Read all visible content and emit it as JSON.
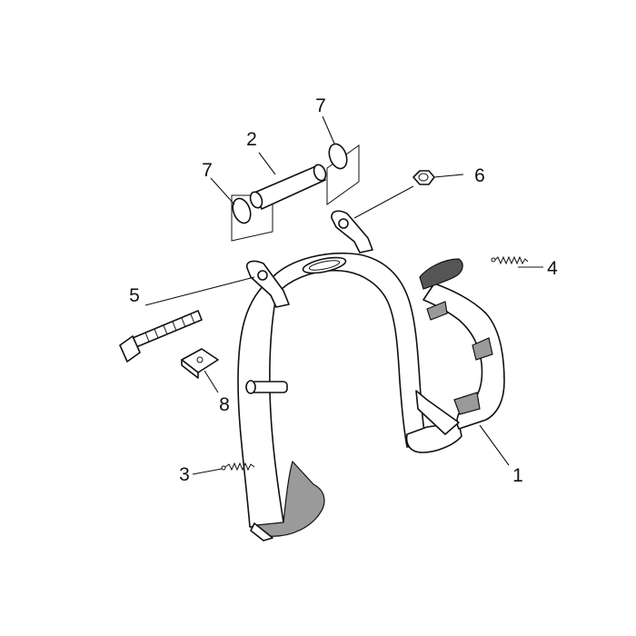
{
  "callouts": {
    "label_1": "1",
    "label_2": "2",
    "label_3": "3",
    "label_4": "4",
    "label_5": "5",
    "label_6": "6",
    "label_7_left": "7",
    "label_7_top": "7",
    "label_8": "8"
  },
  "colors": {
    "line": "#111111",
    "background": "#ffffff",
    "shading": "#9a9a9a"
  }
}
